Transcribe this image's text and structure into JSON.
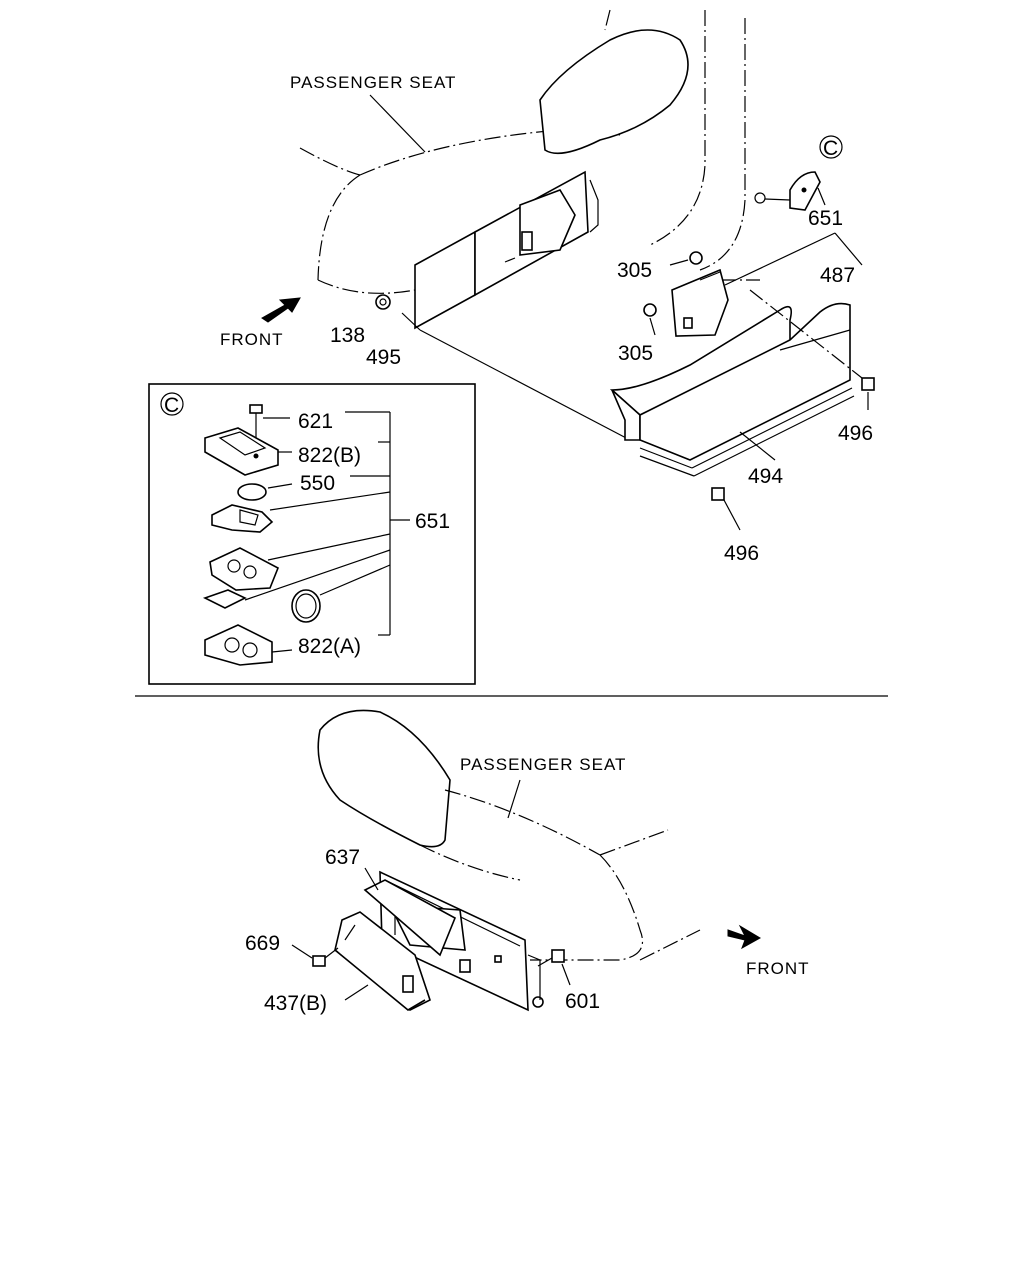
{
  "top": {
    "seat_label": "PASSENGER SEAT",
    "front_label": "FRONT",
    "callouts": {
      "c_marker": "C",
      "p651": "651",
      "p487": "487",
      "p305a": "305",
      "p305b": "305",
      "p138": "138",
      "p495": "495",
      "p496a": "496",
      "p494": "494",
      "p496b": "496"
    }
  },
  "detail_c": {
    "marker": "C",
    "callouts": {
      "p621": "621",
      "p822b": "822(B)",
      "p550": "550",
      "p651": "651",
      "p822a": "822(A)"
    }
  },
  "bottom": {
    "seat_label": "PASSENGER SEAT",
    "front_label": "FRONT",
    "callouts": {
      "p637": "637",
      "p669": "669",
      "p437b": "437(B)",
      "p601": "601"
    }
  }
}
